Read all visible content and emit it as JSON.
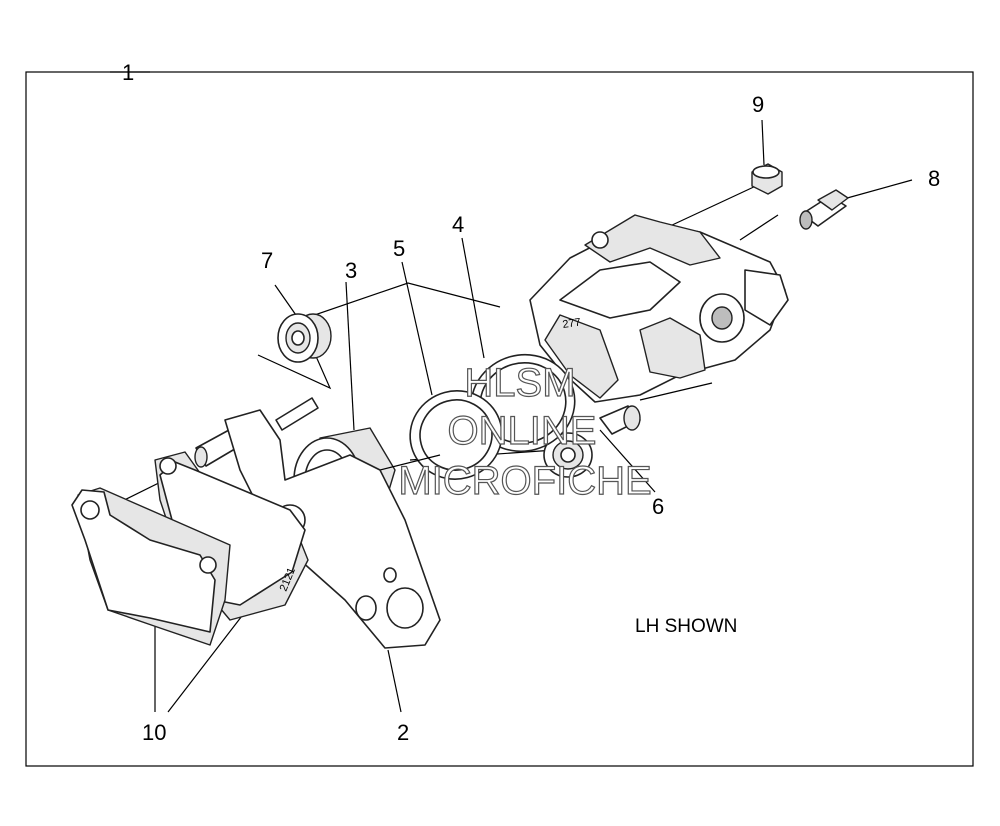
{
  "diagram": {
    "callouts": {
      "c1": "1",
      "c2": "2",
      "c3": "3",
      "c4": "4",
      "c5": "5",
      "c6": "6",
      "c7": "7",
      "c8": "8",
      "c9": "9",
      "c10": "10"
    },
    "note": "LH SHOWN",
    "part_marks": {
      "caliper": "277",
      "pad": "2121"
    },
    "watermark": {
      "line1": "HLSM",
      "line2": "ONLINE",
      "line3": "MICROFICHE"
    }
  }
}
